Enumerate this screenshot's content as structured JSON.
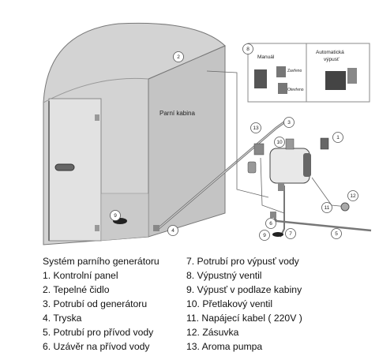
{
  "diagram": {
    "cabin_label": "Parní kabina",
    "inset_manual_title": "Manuál",
    "inset_manual_open": "Zavřeno",
    "inset_manual_closed": "Otevřeno",
    "inset_auto_title": "Automatická výpusť",
    "inset_auto_title_line1": "Automatická",
    "inset_auto_title_line2": "výpusť",
    "callouts": [
      "1",
      "2",
      "3",
      "5",
      "7",
      "8",
      "9",
      "10",
      "11",
      "12",
      "13",
      "4",
      "6",
      "9"
    ]
  },
  "legend": {
    "heading": "Systém parního generátoru",
    "left": [
      "1. Kontrolní panel",
      "2. Tepelné čidlo",
      "3. Potrubí od generátoru",
      "4. Tryska",
      "5. Potrubí pro přívod vody",
      "6. Uzávěr na přívod vody"
    ],
    "right": [
      "7. Potrubí pro výpusť vody",
      "8. Výpustný ventil",
      "9. Výpusť v podlaze kabiny",
      "10. Přetlakový ventil",
      "11. Napájecí kabel ( 220V )",
      "12. Zásuvka",
      "13. Aroma pumpa"
    ]
  },
  "colors": {
    "cabin_fill": "#d0d0d0",
    "cabin_side": "#bdbdbd",
    "glass": "#e4e4e4",
    "line": "#555555",
    "inset_border": "#888888"
  }
}
